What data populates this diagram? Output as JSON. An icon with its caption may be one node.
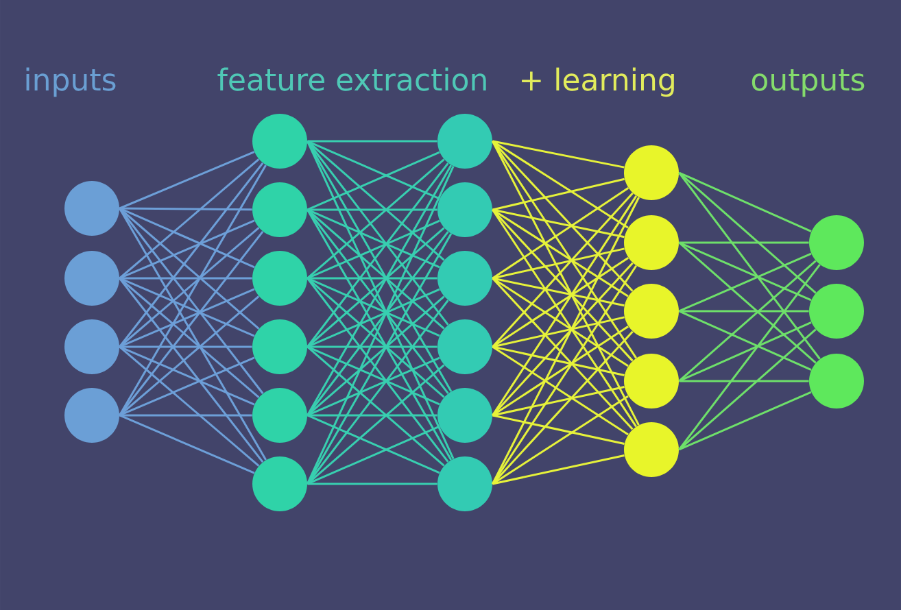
{
  "diagram": {
    "nodes": [
      {
        "text": [],
        "shape": "circle"
      },
      {
        "text": [],
        "shape": "circle"
      },
      {
        "text": [],
        "shape": "circle"
      },
      {
        "text": [],
        "shape": "circle"
      },
      {
        "text": [],
        "shape": "circle"
      },
      {
        "text": [],
        "shape": "circle"
      },
      {
        "text": [],
        "shape": "circle"
      },
      {
        "text": [],
        "shape": "circle"
      },
      {
        "text": [],
        "shape": "circle"
      },
      {
        "text": [],
        "shape": "circle"
      },
      {
        "text": [],
        "shape": "circle"
      },
      {
        "text": [],
        "shape": "circle"
      },
      {
        "text": [],
        "shape": "circle"
      },
      {
        "text": [],
        "shape": "circle"
      },
      {
        "text": [],
        "shape": "circle"
      },
      {
        "text": [],
        "shape": "circle"
      },
      {
        "text": [],
        "shape": "circle"
      },
      {
        "text": [],
        "shape": "circle"
      },
      {
        "text": [],
        "shape": "circle"
      },
      {
        "text": [],
        "shape": "circle"
      },
      {
        "text": [],
        "shape": "circle"
      },
      {
        "text": [],
        "shape": "circle"
      },
      {
        "text": [],
        "shape": "circle"
      },
      {
        "text": [],
        "shape": "circle"
      }
    ],
    "edges": [
      {
        "from": 0,
        "to": 4,
        "arrow": "none",
        "color": "#6d9fd8"
      },
      {
        "from": 0,
        "to": 5,
        "arrow": "none",
        "color": "#6d9fd8"
      },
      {
        "from": 0,
        "to": 6,
        "arrow": "none",
        "color": "#6d9fd8"
      },
      {
        "from": 0,
        "to": 7,
        "arrow": "none",
        "color": "#6d9fd8"
      },
      {
        "from": 0,
        "to": 8,
        "arrow": "none",
        "color": "#6d9fd8"
      },
      {
        "from": 0,
        "to": 9,
        "arrow": "none",
        "color": "#6d9fd8"
      },
      {
        "from": 1,
        "to": 4,
        "arrow": "none",
        "color": "#6d9fd8"
      },
      {
        "from": 1,
        "to": 5,
        "arrow": "none",
        "color": "#6d9fd8"
      },
      {
        "from": 1,
        "to": 6,
        "arrow": "none",
        "color": "#6d9fd8"
      },
      {
        "from": 1,
        "to": 7,
        "arrow": "none",
        "color": "#6d9fd8"
      },
      {
        "from": 1,
        "to": 8,
        "arrow": "none",
        "color": "#6d9fd8"
      },
      {
        "from": 1,
        "to": 9,
        "arrow": "none",
        "color": "#6d9fd8"
      },
      {
        "from": 2,
        "to": 4,
        "arrow": "none",
        "color": "#6d9fd8"
      },
      {
        "from": 2,
        "to": 5,
        "arrow": "none",
        "color": "#6d9fd8"
      },
      {
        "from": 2,
        "to": 6,
        "arrow": "none",
        "color": "#6d9fd8"
      },
      {
        "from": 2,
        "to": 7,
        "arrow": "none",
        "color": "#6d9fd8"
      },
      {
        "from": 2,
        "to": 8,
        "arrow": "none",
        "color": "#6d9fd8"
      },
      {
        "from": 2,
        "to": 9,
        "arrow": "none",
        "color": "#6d9fd8"
      },
      {
        "from": 3,
        "to": 4,
        "arrow": "none",
        "color": "#6d9fd8"
      },
      {
        "from": 3,
        "to": 5,
        "arrow": "none",
        "color": "#6d9fd8"
      },
      {
        "from": 3,
        "to": 6,
        "arrow": "none",
        "color": "#6d9fd8"
      },
      {
        "from": 3,
        "to": 7,
        "arrow": "none",
        "color": "#6d9fd8"
      },
      {
        "from": 3,
        "to": 8,
        "arrow": "none",
        "color": "#6d9fd8"
      },
      {
        "from": 3,
        "to": 9,
        "arrow": "none",
        "color": "#6d9fd8"
      },
      {
        "from": 4,
        "to": 10,
        "arrow": "none"
      },
      {
        "from": 4,
        "to": 11,
        "arrow": "none"
      },
      {
        "from": 4,
        "to": 12,
        "arrow": "none"
      },
      {
        "from": 4,
        "to": 13,
        "arrow": "none"
      },
      {
        "from": 4,
        "to": 14,
        "arrow": "none"
      },
      {
        "from": 4,
        "to": 15,
        "arrow": "none"
      },
      {
        "from": 5,
        "to": 10,
        "arrow": "none"
      },
      {
        "from": 5,
        "to": 11,
        "arrow": "none"
      },
      {
        "from": 5,
        "to": 12,
        "arrow": "none"
      },
      {
        "from": 5,
        "to": 13,
        "arrow": "none"
      },
      {
        "from": 5,
        "to": 14,
        "arrow": "none"
      },
      {
        "from": 5,
        "to": 15,
        "arrow": "none"
      },
      {
        "from": 6,
        "to": 10,
        "arrow": "none"
      },
      {
        "from": 6,
        "to": 11,
        "arrow": "none"
      },
      {
        "from": 6,
        "to": 12,
        "arrow": "none"
      },
      {
        "from": 6,
        "to": 13,
        "arrow": "none"
      },
      {
        "from": 6,
        "to": 14,
        "arrow": "none"
      },
      {
        "from": 6,
        "to": 15,
        "arrow": "none"
      },
      {
        "from": 7,
        "to": 10,
        "arrow": "none"
      },
      {
        "from": 7,
        "to": 11,
        "arrow": "none"
      },
      {
        "from": 7,
        "to": 12,
        "arrow": "none"
      },
      {
        "from": 7,
        "to": 13,
        "arrow": "none"
      },
      {
        "from": 7,
        "to": 14,
        "arrow": "none"
      },
      {
        "from": 7,
        "to": 15,
        "arrow": "none"
      },
      {
        "from": 8,
        "to": 10,
        "arrow": "none"
      },
      {
        "from": 8,
        "to": 11,
        "arrow": "none"
      },
      {
        "from": 8,
        "to": 12,
        "arrow": "none"
      },
      {
        "from": 8,
        "to": 13,
        "arrow": "none"
      },
      {
        "from": 8,
        "to": 14,
        "arrow": "none"
      },
      {
        "from": 8,
        "to": 15,
        "arrow": "none"
      },
      {
        "from": 9,
        "to": 10,
        "arrow": "none"
      },
      {
        "from": 9,
        "to": 11,
        "arrow": "none"
      },
      {
        "from": 9,
        "to": 12,
        "arrow": "none"
      },
      {
        "from": 9,
        "to": 13,
        "arrow": "none"
      },
      {
        "from": 9,
        "to": 14,
        "arrow": "none"
      },
      {
        "from": 9,
        "to": 15,
        "arrow": "none"
      },
      {
        "from": 10,
        "to": 16,
        "arrow": "none",
        "color": "#e6f23a"
      },
      {
        "from": 10,
        "to": 17,
        "arrow": "none",
        "color": "#e6f23a"
      },
      {
        "from": 10,
        "to": 18,
        "arrow": "none",
        "color": "#e6f23a"
      },
      {
        "from": 10,
        "to": 19,
        "arrow": "none",
        "color": "#e6f23a"
      },
      {
        "from": 10,
        "to": 20,
        "arrow": "none",
        "color": "#e6f23a"
      },
      {
        "from": 11,
        "to": 16,
        "arrow": "none",
        "color": "#e6f23a"
      },
      {
        "from": 11,
        "to": 17,
        "arrow": "none",
        "color": "#e6f23a"
      },
      {
        "from": 11,
        "to": 18,
        "arrow": "none",
        "color": "#e6f23a"
      },
      {
        "from": 11,
        "to": 19,
        "arrow": "none",
        "color": "#e6f23a"
      },
      {
        "from": 11,
        "to": 20,
        "arrow": "none",
        "color": "#e6f23a"
      },
      {
        "from": 12,
        "to": 16,
        "arrow": "none",
        "color": "#e6f23a"
      },
      {
        "from": 12,
        "to": 17,
        "arrow": "none",
        "color": "#e6f23a"
      },
      {
        "from": 12,
        "to": 18,
        "arrow": "none",
        "color": "#e6f23a"
      },
      {
        "from": 12,
        "to": 19,
        "arrow": "none",
        "color": "#e6f23a"
      },
      {
        "from": 12,
        "to": 20,
        "arrow": "none",
        "color": "#e6f23a"
      },
      {
        "from": 13,
        "to": 16,
        "arrow": "none",
        "color": "#e6f23a"
      },
      {
        "from": 13,
        "to": 17,
        "arrow": "none",
        "color": "#e6f23a"
      },
      {
        "from": 13,
        "to": 18,
        "arrow": "none",
        "color": "#e6f23a"
      },
      {
        "from": 13,
        "to": 19,
        "arrow": "none",
        "color": "#e6f23a"
      },
      {
        "from": 13,
        "to": 20,
        "arrow": "none",
        "color": "#e6f23a"
      },
      {
        "from": 14,
        "to": 16,
        "arrow": "none",
        "color": "#e6f23a"
      },
      {
        "from": 14,
        "to": 17,
        "arrow": "none",
        "color": "#e6f23a"
      },
      {
        "from": 14,
        "to": 18,
        "arrow": "none",
        "color": "#e6f23a"
      },
      {
        "from": 14,
        "to": 19,
        "arrow": "none",
        "color": "#e6f23a"
      },
      {
        "from": 14,
        "to": 20,
        "arrow": "none",
        "color": "#e6f23a"
      },
      {
        "from": 15,
        "to": 16,
        "arrow": "none",
        "color": "#e6f23a"
      },
      {
        "from": 15,
        "to": 17,
        "arrow": "none",
        "color": "#e6f23a"
      },
      {
        "from": 15,
        "to": 18,
        "arrow": "none",
        "color": "#e6f23a"
      },
      {
        "from": 15,
        "to": 19,
        "arrow": "none",
        "color": "#e6f23a"
      },
      {
        "from": 15,
        "to": 20,
        "arrow": "none",
        "color": "#e6f23a"
      },
      {
        "from": 16,
        "to": 21,
        "arrow": "none",
        "color": "#6ee06a"
      },
      {
        "from": 16,
        "to": 22,
        "arrow": "none",
        "color": "#6ee06a"
      },
      {
        "from": 16,
        "to": 23,
        "arrow": "none",
        "color": "#6ee06a"
      },
      {
        "from": 17,
        "to": 21,
        "arrow": "none",
        "color": "#6ee06a"
      },
      {
        "from": 17,
        "to": 22,
        "arrow": "none",
        "color": "#6ee06a"
      },
      {
        "from": 17,
        "to": 23,
        "arrow": "none",
        "color": "#6ee06a"
      },
      {
        "from": 18,
        "to": 21,
        "arrow": "none",
        "color": "#6ee06a"
      },
      {
        "from": 18,
        "to": 22,
        "arrow": "none",
        "color": "#6ee06a"
      },
      {
        "from": 18,
        "to": 23,
        "arrow": "none",
        "color": "#6ee06a"
      },
      {
        "from": 19,
        "to": 21,
        "arrow": "none",
        "color": "#6ee06a"
      },
      {
        "from": 19,
        "to": 22,
        "arrow": "none",
        "color": "#6ee06a"
      },
      {
        "from": 19,
        "to": 23,
        "arrow": "none",
        "color": "#6ee06a"
      },
      {
        "from": 20,
        "to": 21,
        "arrow": "none",
        "color": "#6ee06a"
      },
      {
        "from": 20,
        "to": 22,
        "arrow": "none",
        "color": "#6ee06a"
      },
      {
        "from": 20,
        "to": 23,
        "arrow": "none",
        "color": "#6ee06a"
      }
    ],
    "labels": [
      "inputs",
      "feature extraction",
      "+ learning",
      "outputs"
    ]
  }
}
